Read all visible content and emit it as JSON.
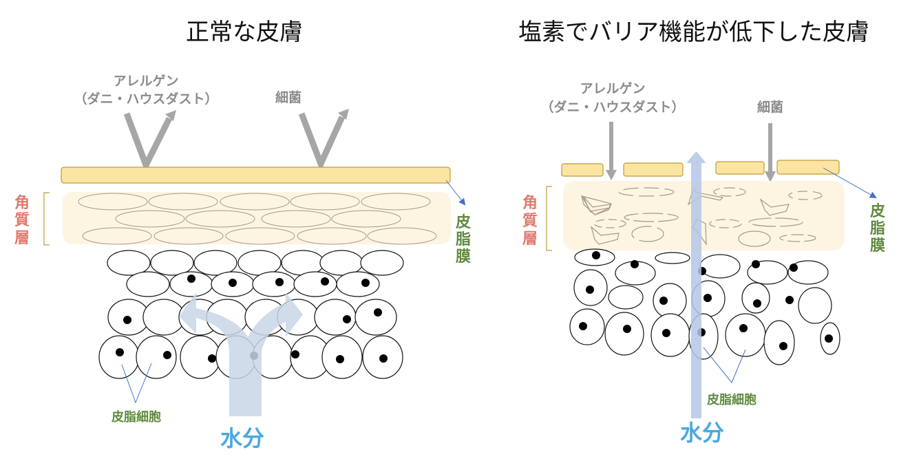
{
  "colors": {
    "sebum_fill": "#fbe5a2",
    "sebum_stroke": "#c09a3a",
    "stratum_fill": "#fdf5e2",
    "corneocyte_stroke": "#a89880",
    "cell_stroke": "#111111",
    "nucleus": "#000000",
    "allergen_arrow": "#a6a6a6",
    "water_arrow_normal": "#c8d6e6",
    "water_arrow_damaged": "#b4c6e6",
    "pointer_line": "#4472c4",
    "label_red": "#e07a6e",
    "label_green": "#5f8a3e",
    "label_gray": "#8a8a8a",
    "water_text": "#4aa8e0"
  },
  "left": {
    "title": "正常な皮膚",
    "allergen_line1": "アレルゲン",
    "allergen_line2": "（ダニ・ハウスダスト）",
    "bacteria": "細菌",
    "stratum_label": [
      "角",
      "質",
      "層"
    ],
    "sebum_label": [
      "皮",
      "脂",
      "膜"
    ],
    "cells_label": "皮脂細胞",
    "water_label": "水分",
    "allergen_behavior": "reflected",
    "water_behavior": "retained"
  },
  "right": {
    "title": "塩素でバリア機能が低下した皮膚",
    "allergen_line1": "アレルゲン",
    "allergen_line2": "（ダニ・ハウスダスト）",
    "bacteria": "細菌",
    "stratum_label": [
      "角",
      "質",
      "層"
    ],
    "sebum_label": [
      "皮",
      "脂",
      "膜"
    ],
    "cells_label": "皮脂細胞",
    "water_label": "水分",
    "allergen_behavior": "penetrates",
    "water_behavior": "escapes"
  }
}
